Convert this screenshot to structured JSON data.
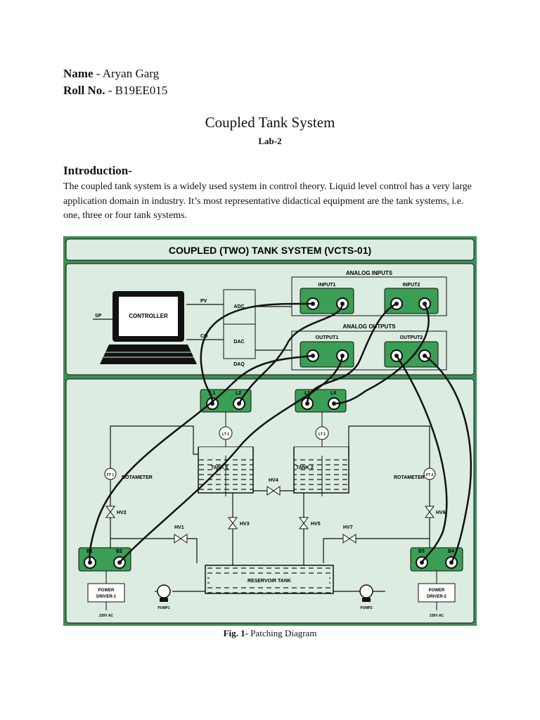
{
  "header": {
    "name_label": "Name",
    "name_value": " - Aryan Garg",
    "roll_label": "Roll No.",
    "roll_value": " - B19EE015"
  },
  "title": "Coupled Tank System",
  "subtitle": "Lab-2",
  "introduction": {
    "heading": "Introduction-",
    "body": "The coupled tank system is a widely used system in control theory. Liquid level control has a very large application domain in industry. It’s most representative didactical equipment are the tank systems, i.e. one, three or four tank systems."
  },
  "figure": {
    "banner": "COUPLED (TWO) TANK SYSTEM  (VCTS-01)",
    "analog_inputs": "ANALOG INPUTS",
    "analog_outputs": "ANALOG OUTPUTS",
    "input1": "INPUT1",
    "input2": "INPUT2",
    "output1": "OUTPUT1",
    "output2": "OUTPUT2",
    "controller": "CONTROLLER",
    "sp": "SP",
    "pv": "PV",
    "co": "CO",
    "adc": "ADC",
    "dac": "DAC",
    "daq": "DAQ",
    "l1": "L1",
    "l2": "L2",
    "l3": "L3",
    "l4": "L4",
    "lt1": "LT 1",
    "lt2": "LT 2",
    "tank1": "TANK 1",
    "tank2": "TANK 2",
    "rotameter_left": "ROTAMETER",
    "rotameter_right": "ROTAMETER",
    "ft1": "FT 1",
    "ft2": "FT 2",
    "hv1": "HV1",
    "hv2": "HV2",
    "hv3": "HV3",
    "hv4": "HV4",
    "hv5": "HV5",
    "hv6": "HV6",
    "hv7": "HV7",
    "b1": "B1",
    "b2": "B2",
    "b3": "B3",
    "b4": "B4",
    "reservoir": "RESERVOIR TANK",
    "power_driver1_a": "POWER",
    "power_driver1_b": "DRIVER-1",
    "power_driver2_a": "POWER",
    "power_driver2_b": "DRIVER-2",
    "pump1": "PUMP1",
    "pump2": "PUMP2",
    "ac_left": "230V AC",
    "ac_right": "230V AC",
    "plus": "+",
    "minus": "-"
  },
  "caption": {
    "label": "Fig. 1-",
    "text": " Patching Diagram"
  }
}
